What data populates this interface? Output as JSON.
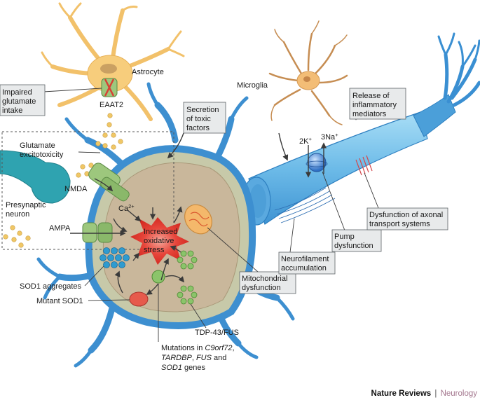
{
  "labels": {
    "astrocyte": "Astrocyte",
    "eaat2": "EAAT2",
    "impaired": [
      "Impaired",
      "glutamate",
      "intake"
    ],
    "secretion": [
      "Secretion",
      "of toxic",
      "factors"
    ],
    "microglia": "Microglia",
    "release": [
      "Release of",
      "inflammatory",
      "mediators"
    ],
    "glutamate": [
      "Glutamate",
      "excitotoxicity"
    ],
    "nmda": "NMDA",
    "presynaptic": [
      "Presynaptic",
      "neuron"
    ],
    "ampa": "AMPA",
    "ca": "Ca",
    "ca_sup": "2+",
    "k": "2K",
    "k_sup": "+",
    "na": "3Na",
    "na_sup": "+",
    "oxidative": [
      "Increased",
      "oxidative",
      "stress"
    ],
    "sod1_aggregates": "SOD1 aggregates",
    "mutant_sod1": "Mutant SOD1",
    "tdp": "TDP-43/FUS",
    "mutations": {
      "l1a": "Mutations in ",
      "l1b": "C9orf72",
      "l1c": ",",
      "l2a": "TARDBP",
      "l2b": ", ",
      "l2c": "FUS",
      "l2d": " and",
      "l3a": "SOD1",
      "l3b": " genes"
    },
    "mito": [
      "Mitochondrial",
      "dysfunction"
    ],
    "neurofilament": [
      "Neurofilament",
      "accumulation"
    ],
    "pump": [
      "Pump",
      "dysfunction"
    ],
    "axonal": [
      "Dysfunction of axonal",
      "transport systems"
    ]
  },
  "footer": {
    "journal": "Nature Reviews",
    "separator": "|",
    "section": "Neurology"
  },
  "colors": {
    "neuron_blue": "#3d8fd0",
    "neuron_dark": "#2769a8",
    "soma_inner": "#c7c9a9",
    "nucleus": "#c9b79b",
    "axon": "#7cc4ea",
    "astrocyte": "#f7cd7c",
    "microglia": "#f3bd76",
    "receptor": "#9dc77d",
    "glutamate_dot": "#f0c766",
    "sod1": "#2f9bd0",
    "tdp": "#8bc46a",
    "mutant": "#e65a4c",
    "stress": "#e0332a",
    "presynaptic": "#2fa3b0"
  }
}
